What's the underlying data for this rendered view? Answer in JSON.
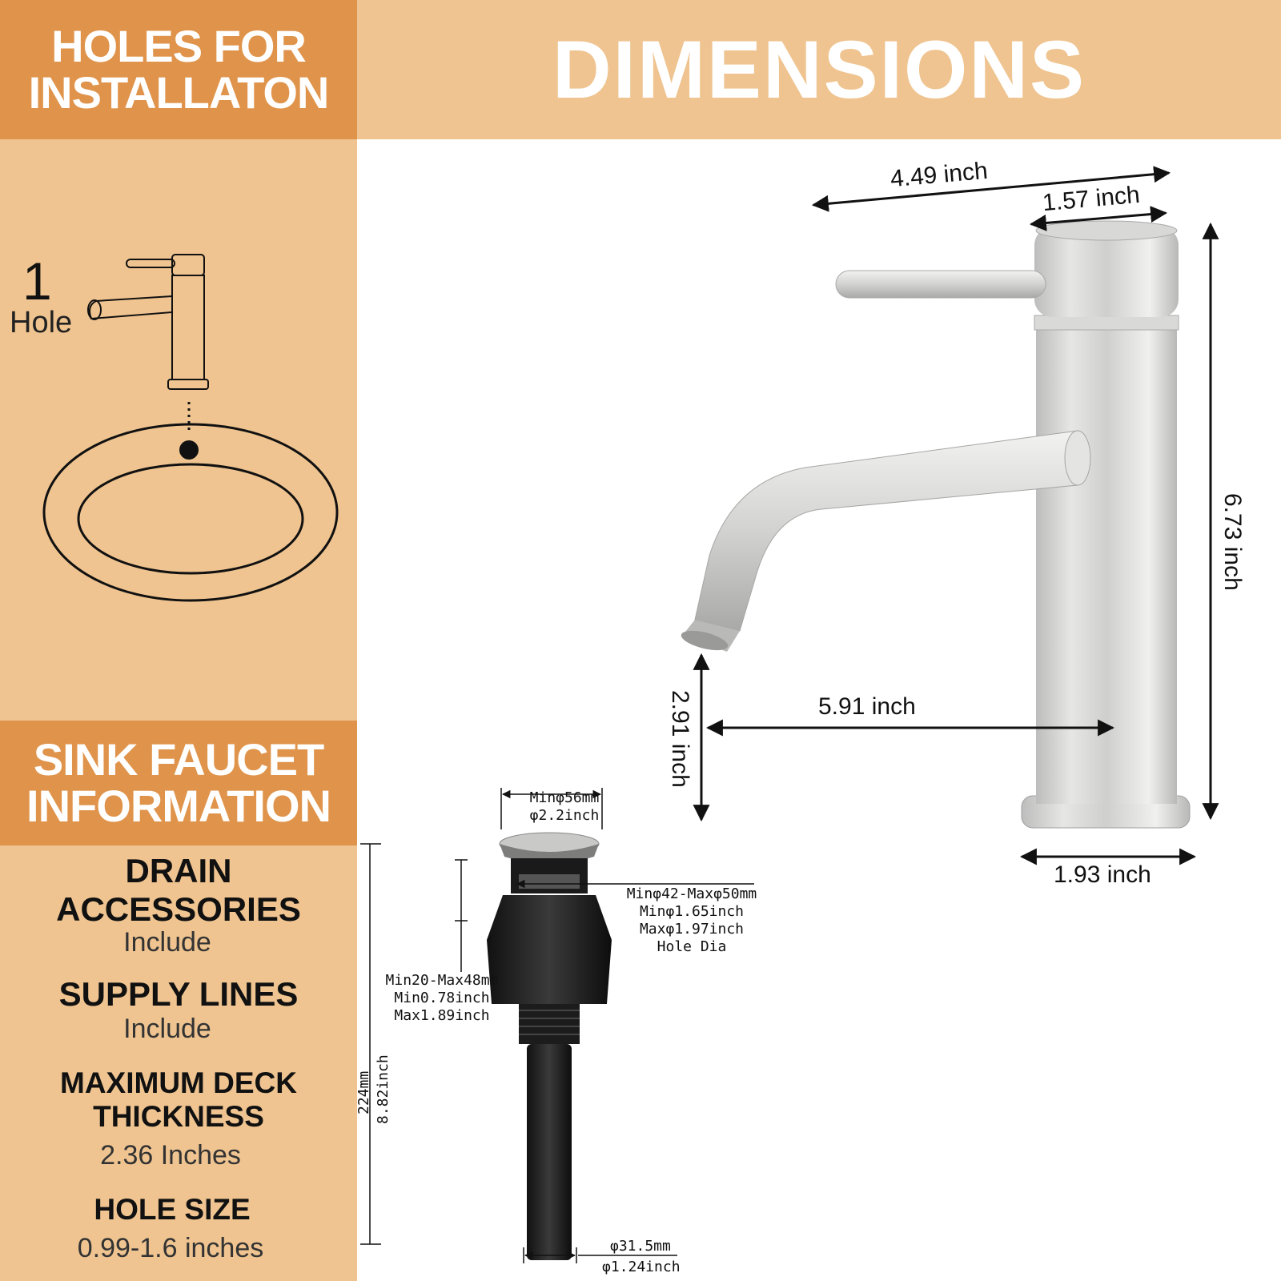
{
  "header": {
    "left_title_line1": "HOLES FOR",
    "left_title_line2": "INSTALLATON",
    "main_title": "DIMENSIONS"
  },
  "holes": {
    "count": "1",
    "label": "Hole"
  },
  "info": {
    "title_line1": "SINK FAUCET",
    "title_line2": "INFORMATION",
    "items": [
      {
        "title_line1": "DRAIN",
        "title_line2": "ACCESSORIES",
        "value": "Include"
      },
      {
        "title_line1": "SUPPLY LINES",
        "title_line2": "",
        "value": "Include"
      },
      {
        "title_line1": "MAXIMUM DECK",
        "title_line2": "THICKNESS",
        "value": "2.36 Inches"
      },
      {
        "title_line1": "HOLE SIZE",
        "title_line2": "",
        "value": "0.99-1.6 inches"
      }
    ]
  },
  "faucet_dims": {
    "top_width": "4.49 inch",
    "handle_width": "1.57 inch",
    "height": "6.73 inch",
    "spout_reach": "5.91 inch",
    "spout_height": "2.91 inch",
    "base_width": "1.93 inch"
  },
  "drain_dims": {
    "top_mm": "Minφ56mm",
    "top_inch": "φ2.2inch",
    "hole_mm": "Minφ42-Maxφ50mm",
    "hole_inch_min": "Minφ1.65inch",
    "hole_inch_max": "Maxφ1.97inch",
    "hole_label": "Hole Dia",
    "thread_mm": "Min20-Max48mm",
    "thread_inch_min": "Min0.78inch",
    "thread_inch_max": "Max1.89inch",
    "length_mm": "224mm",
    "length_inch": "8.82inch",
    "bottom_mm": "φ31.5mm",
    "bottom_inch": "φ1.24inch"
  },
  "colors": {
    "panel_light": "#efc490",
    "panel_dark": "#e0944b",
    "header_text": "#ffffff"
  }
}
